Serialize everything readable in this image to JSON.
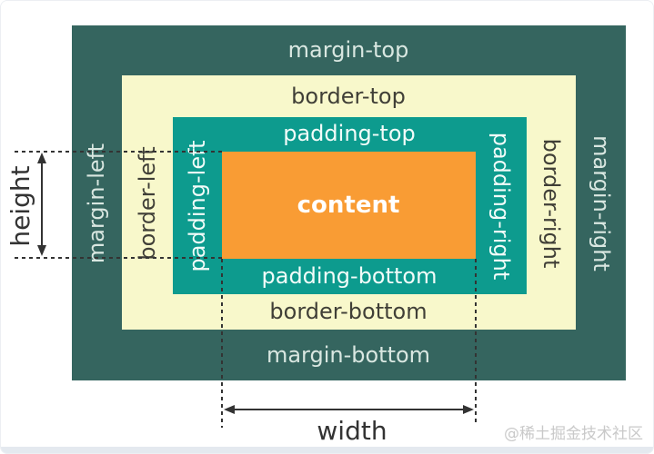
{
  "diagram": {
    "title_semantic": "css-box-model",
    "boxes": {
      "margin": {
        "label_top": "margin-top",
        "label_bottom": "margin-bottom",
        "label_left": "margin-left",
        "label_right": "margin-right"
      },
      "border": {
        "label_top": "border-top",
        "label_bottom": "border-bottom",
        "label_left": "border-left",
        "label_right": "border-right"
      },
      "padding": {
        "label_top": "padding-top",
        "label_bottom": "padding-bottom",
        "label_left": "padding-left",
        "label_right": "padding-right"
      },
      "content": {
        "label": "content"
      }
    },
    "measurements": {
      "height_label": "height",
      "width_label": "width"
    },
    "watermark": "@稀土掘金技术社区",
    "colors": {
      "margin_bg": "#35655f",
      "border_bg": "#f8f8cb",
      "padding_bg": "#0d9b8e",
      "content_bg": "#f99c34",
      "margin_text": "#d9e7e1",
      "border_text": "#403f37",
      "padding_text": "#f2fcf9",
      "content_text": "#ffffff",
      "annotation": "#333333",
      "watermark_text": "#c9c9c9",
      "bottom_strip": "#e4e9ef",
      "frame_border": "#eceff3"
    }
  }
}
